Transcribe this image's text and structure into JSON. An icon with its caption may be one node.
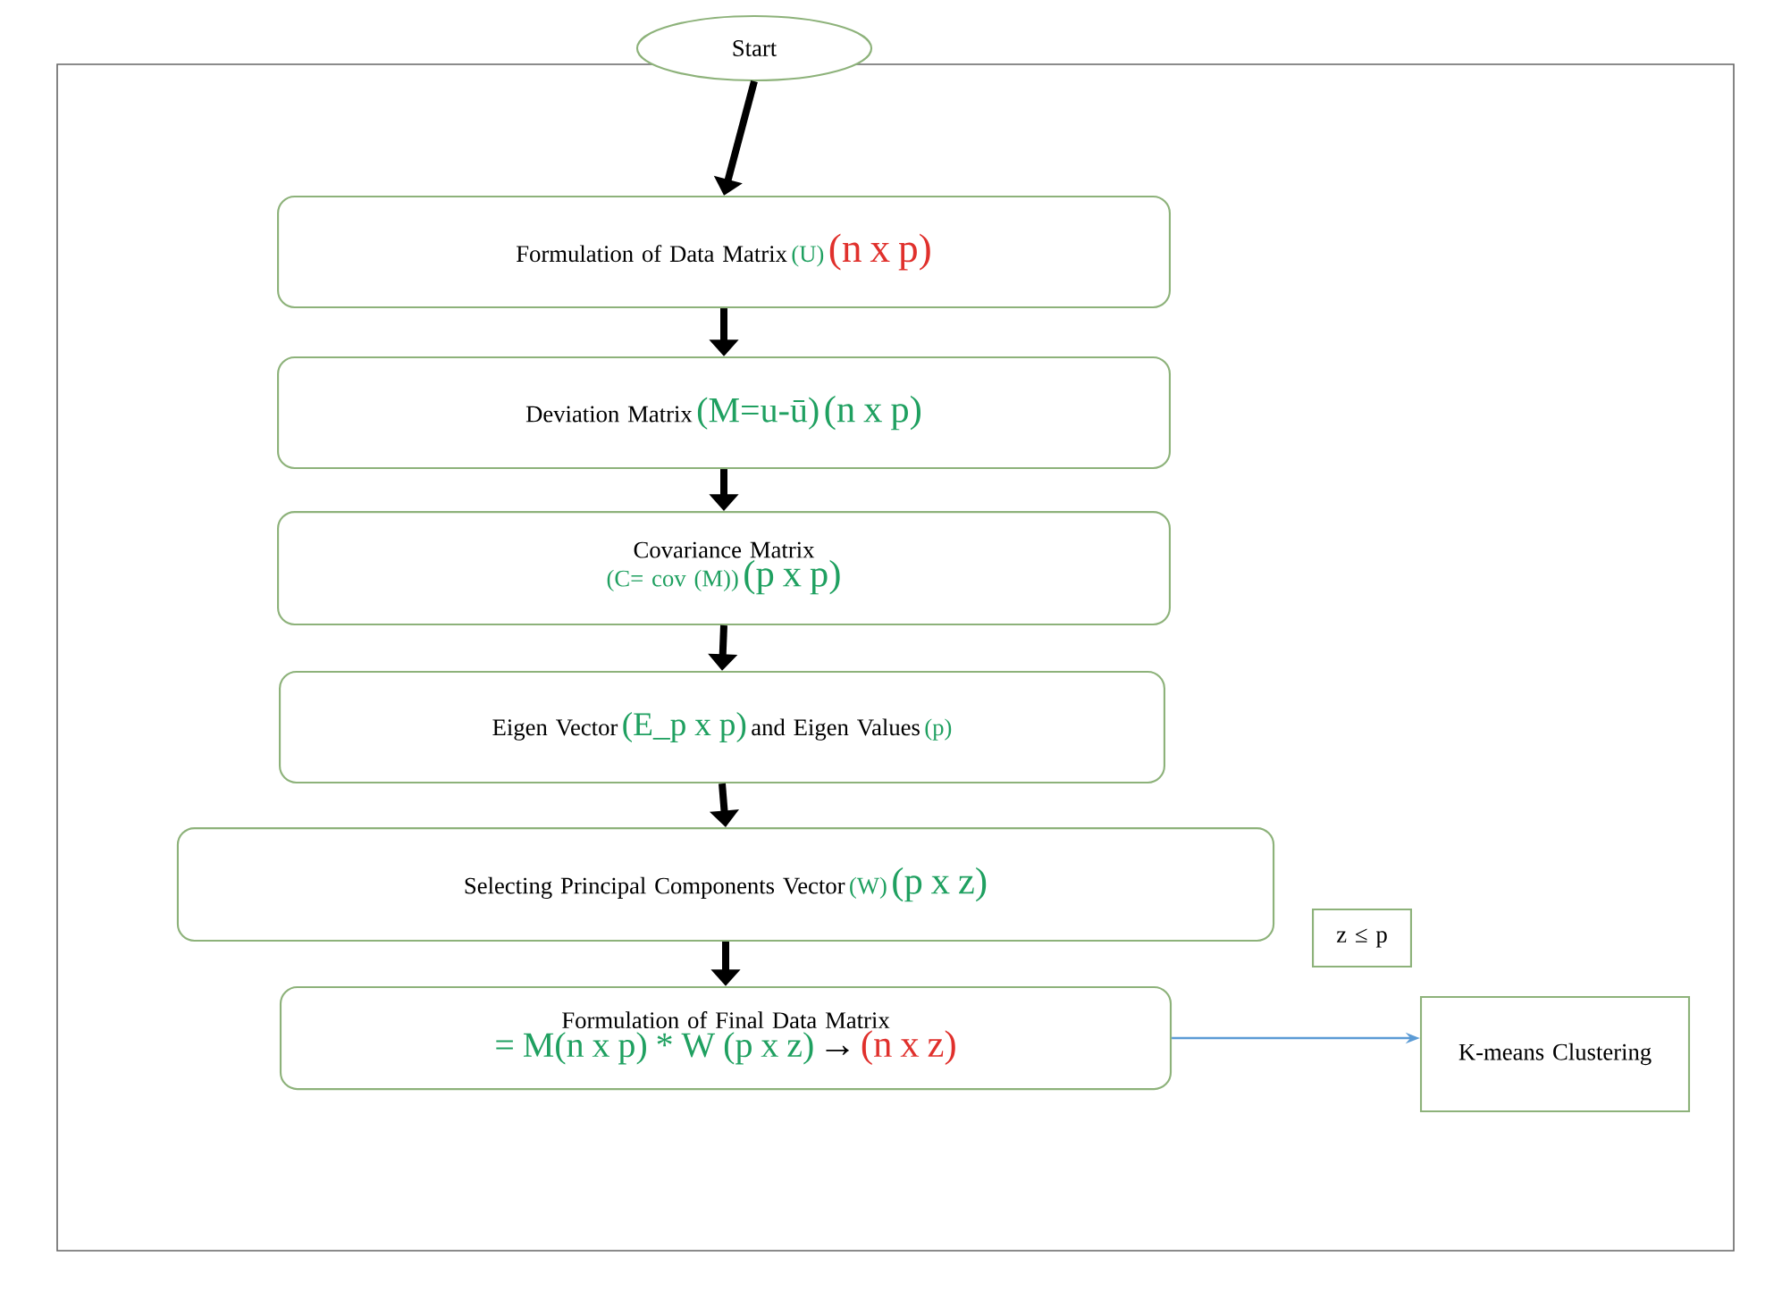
{
  "diagram": {
    "nodes": [
      {
        "text": [
          "Start"
        ]
      },
      {
        "text": [
          "Formulation of Data Matrix",
          "(U)",
          "(n x p)"
        ]
      },
      {
        "text": [
          "Deviation Matrix",
          "(M=u-ū)",
          "(n x p)"
        ]
      },
      {
        "text": [
          "Covariance Matrix",
          "(C= cov (M))",
          "(p x p)"
        ]
      },
      {
        "text": [
          "Eigen Vector",
          "(E_p x p)",
          "and Eigen Values",
          "(p)"
        ]
      },
      {
        "text": [
          "Selecting Principal Components Vector",
          "(W)",
          "(p x z)"
        ]
      },
      {
        "text": [
          "z ≤ p"
        ]
      },
      {
        "text": [
          "Formulation of Final Data Matrix",
          "= M(n x p) * W (p x z)",
          "→",
          "(n x z)"
        ]
      },
      {
        "text": [
          "K-means Clustering"
        ]
      }
    ],
    "edges": [
      {
        "from": 0,
        "to": 1,
        "arrow": "to"
      },
      {
        "from": 1,
        "to": 2,
        "arrow": "to"
      },
      {
        "from": 2,
        "to": 3,
        "arrow": "to"
      },
      {
        "from": 3,
        "to": 4,
        "arrow": "to"
      },
      {
        "from": 4,
        "to": 5,
        "arrow": "to"
      },
      {
        "from": 5,
        "to": 7,
        "arrow": "to"
      },
      {
        "from": 7,
        "to": 8,
        "arrow": "to",
        "color": "#5b9bd5"
      }
    ]
  }
}
